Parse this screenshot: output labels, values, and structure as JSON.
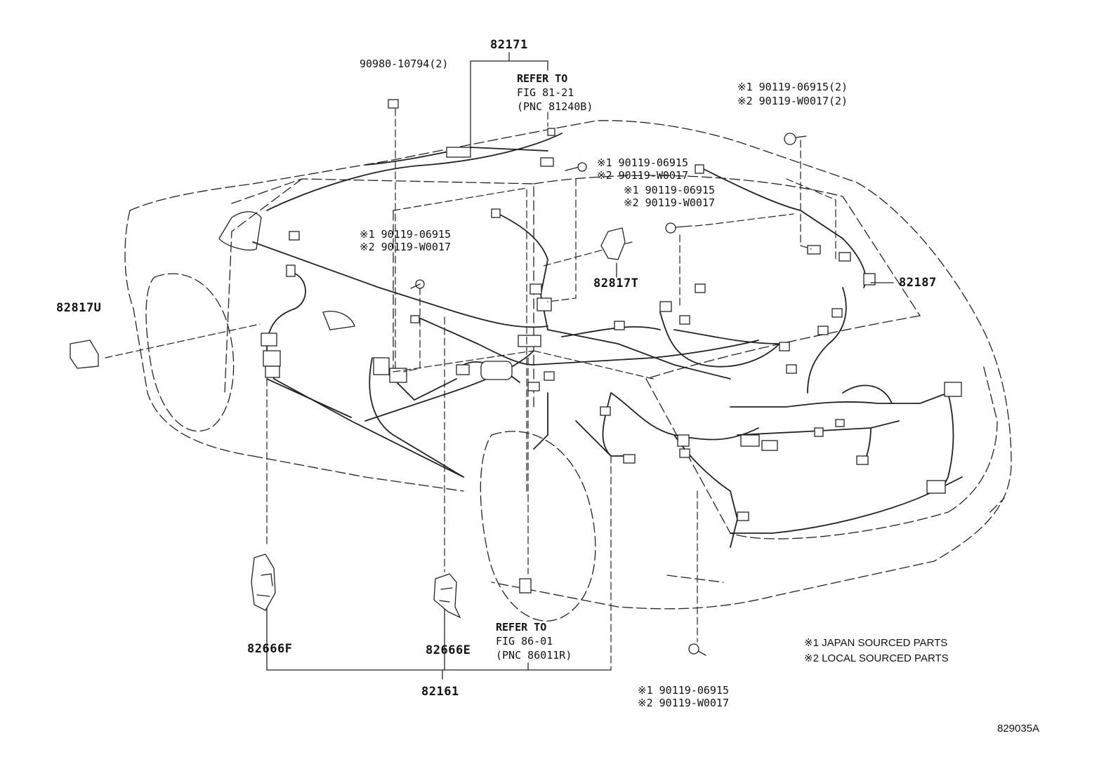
{
  "labels": {
    "p82171": "82171",
    "p90980": "90980-10794(2)",
    "ref1": "REFER TO",
    "ref1_fig": "FIG 81-21",
    "ref1_pnc": "(PNC 81240B)",
    "topright_1": "※1 90119-06915(2)",
    "topright_2": "※2 90119-W0017(2)",
    "center_a1": "※1 90119-06915",
    "center_a2": "※2 90119-W0017",
    "center_b1": "※1 90119-06915",
    "center_b2": "※2 90119-W0017",
    "left_1": "※1 90119-06915",
    "left_2": "※2 90119-W0017",
    "p82817T": "82817T",
    "p82187": "82187",
    "p82817U": "82817U",
    "p82666F": "82666F",
    "p82666E": "82666E",
    "ref2": "REFER TO",
    "ref2_fig": "FIG 86-01",
    "ref2_pnc": "(PNC 86011R)",
    "p82161": "82161",
    "bottom_1": "※1 90119-06915",
    "bottom_2": "※2 90119-W0017",
    "note1": "※1 JAPAN SOURCED PARTS",
    "note2": "※2 LOCAL SOURCED PARTS",
    "fig_id": "829035A"
  }
}
